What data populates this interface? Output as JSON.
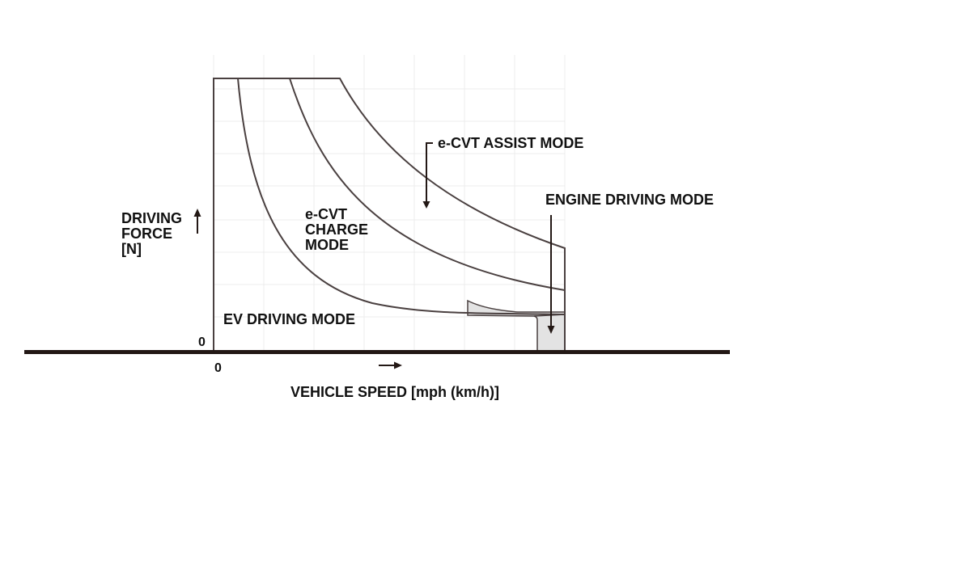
{
  "diagram": {
    "y_axis_label_lines": [
      "DRIVING",
      "FORCE",
      "[N]"
    ],
    "y_axis_origin": "0",
    "x_axis_origin": "0",
    "x_axis_label": "VEHICLE SPEED [mph (km/h)]",
    "regions": {
      "ev": "EV DRIVING MODE",
      "charge_lines": [
        "e-CVT",
        "CHARGE",
        "MODE"
      ],
      "assist": "e-CVT ASSIST MODE",
      "engine": "ENGINE DRIVING MODE"
    },
    "colors": {
      "curve": "#4a4040",
      "baseline": "#231815",
      "engine_region_fill": "#e3e3e3",
      "grid": "#ececec"
    }
  }
}
